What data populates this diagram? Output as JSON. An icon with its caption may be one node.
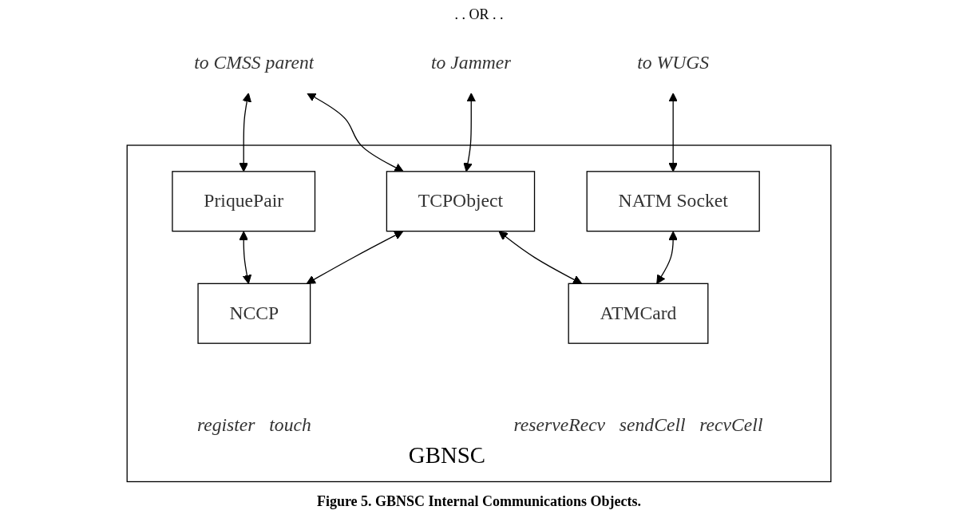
{
  "diagram": {
    "caption": "Figure 5. GBNSC Internal Communications Objects.",
    "nodes": [
      {
        "text": [
          "GBNSC"
        ]
      },
      {
        "text": [
          "PriquePair"
        ],
        "in": 0
      },
      {
        "text": [
          "TCPObject"
        ],
        "in": 0
      },
      {
        "text": [
          "NATM Socket"
        ],
        "in": 0
      },
      {
        "text": [
          "NCCP"
        ],
        "in": 0,
        "beside": [
          "register",
          "touch"
        ]
      },
      {
        "text": [
          "ATMCard"
        ],
        "in": 0,
        "beside": [
          "reserveRecv",
          "sendCell",
          "recvCell"
        ]
      },
      {
        "text": [
          "to CMSS parent"
        ]
      },
      {
        "text": [
          "to Jammer"
        ]
      },
      {
        "text": [
          "to WUGS"
        ]
      }
    ],
    "edges": [
      {
        "from": 6,
        "to": 1,
        "arrow": "both"
      },
      {
        "from": 6,
        "to": 2,
        "arrow": "both"
      },
      {
        "from": 7,
        "to": 2,
        "arrow": "both"
      },
      {
        "from": 8,
        "to": 3,
        "arrow": "both"
      },
      {
        "from": 1,
        "to": 4,
        "arrow": "both"
      },
      {
        "from": 2,
        "to": 4,
        "arrow": "both"
      },
      {
        "from": 2,
        "to": 5,
        "arrow": "both"
      },
      {
        "from": 3,
        "to": 5,
        "arrow": "both"
      }
    ],
    "labels": [
      ". . OR . ."
    ]
  }
}
